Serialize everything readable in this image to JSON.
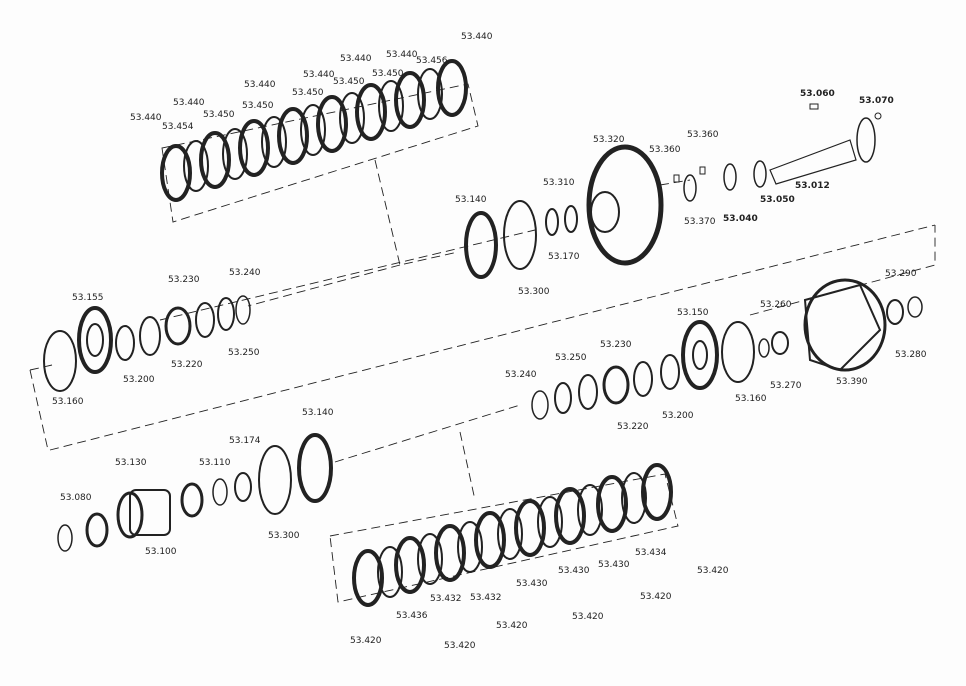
{
  "labels": {
    "top_pack": [
      "53.440",
      "53.440",
      "53.440",
      "53.440",
      "53.440",
      "53.440",
      "53.440",
      "53.454",
      "53.450",
      "53.450",
      "53.450",
      "53.450",
      "53.450",
      "53.456"
    ],
    "shaft": [
      "53.060",
      "53.070",
      "53.012",
      "53.050",
      "53.040",
      "53.370",
      "53.360",
      "53.360"
    ],
    "upper_mid": [
      "53.320",
      "53.310",
      "53.170",
      "53.140",
      "53.300"
    ],
    "left_mid": [
      "53.155",
      "53.160",
      "53.200",
      "53.230",
      "53.220",
      "53.240",
      "53.250"
    ],
    "right_mid": [
      "53.150",
      "53.160",
      "53.230",
      "53.220",
      "53.250",
      "53.240",
      "53.200",
      "53.260",
      "53.270",
      "53.290",
      "53.280",
      "53.390"
    ],
    "lower_left": [
      "53.130",
      "53.080",
      "53.100",
      "53.110",
      "53.174",
      "53.140",
      "53.300"
    ],
    "bottom_pack": [
      "53.420",
      "53.436",
      "53.432",
      "53.420",
      "53.432",
      "53.420",
      "53.430",
      "53.430",
      "53.420",
      "53.430",
      "53.420",
      "53.434",
      "53.420"
    ]
  }
}
